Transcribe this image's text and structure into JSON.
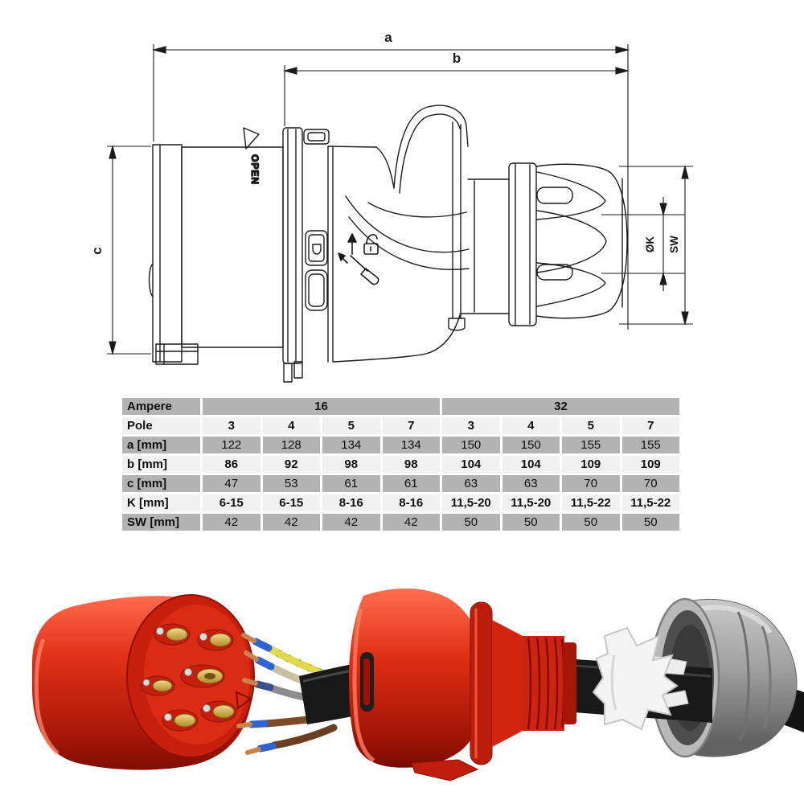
{
  "drawing": {
    "dim_a_label": "a",
    "dim_b_label": "b",
    "dim_c_label": "c",
    "dim_k_label": "ØK",
    "dim_sw_label": "SW",
    "open_marker_label": "OPEN",
    "icons": [
      "open-triangle-icon",
      "unlock-icon",
      "screwdriver-icon",
      "arrow-up-icon"
    ]
  },
  "table": {
    "ampere_label": "Ampere",
    "pole_label": "Pole",
    "groups": [
      {
        "label": "16"
      },
      {
        "label": "32"
      }
    ],
    "pole_values": [
      "3",
      "4",
      "5",
      "7",
      "3",
      "4",
      "5",
      "7"
    ],
    "rows": [
      {
        "label": "a [mm]",
        "shaded": true,
        "bold": false,
        "values": [
          "122",
          "128",
          "134",
          "134",
          "150",
          "150",
          "155",
          "155"
        ]
      },
      {
        "label": "b [mm]",
        "shaded": false,
        "bold": true,
        "values": [
          "86",
          "92",
          "98",
          "98",
          "104",
          "104",
          "109",
          "109"
        ]
      },
      {
        "label": "c [mm]",
        "shaded": true,
        "bold": false,
        "values": [
          "47",
          "53",
          "61",
          "61",
          "63",
          "63",
          "70",
          "70"
        ]
      },
      {
        "label": "K [mm]",
        "shaded": false,
        "bold": true,
        "values": [
          "6-15",
          "6-15",
          "8-16",
          "8-16",
          "11,5-20",
          "11,5-20",
          "11,5-22",
          "11,5-22"
        ]
      },
      {
        "label": "SW [mm]",
        "shaded": true,
        "bold": false,
        "values": [
          "42",
          "42",
          "42",
          "42",
          "50",
          "50",
          "50",
          "50"
        ]
      }
    ],
    "colors": {
      "shaded_row": "#b3b3b3",
      "light_row": "#f1f1f1",
      "text": "#101010"
    }
  },
  "photo": {
    "parts": [
      "red-contact-insert",
      "stripped-cable-wires",
      "red-plug-housing",
      "white-cable-clamp",
      "gray-gland-nut"
    ],
    "wire_colors": [
      "green-yellow",
      "beige",
      "gray",
      "brown",
      "brown"
    ],
    "colors": {
      "red": "#d8281a",
      "red_dark": "#8f0f02",
      "brass": "#c9a13b",
      "ferrule_blue": "#2f63d4",
      "cable_black": "#191919",
      "clamp_white": "#f4f4f4",
      "gland_gray": "#9c9c9c"
    }
  }
}
